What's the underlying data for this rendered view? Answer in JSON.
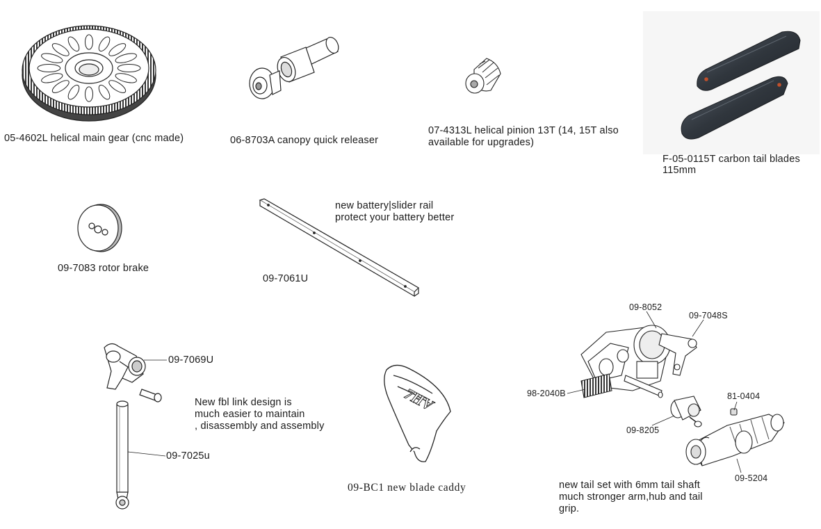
{
  "parts": [
    {
      "id": "main-gear",
      "lines": [
        "05-4602L helical main gear (cnc made)"
      ]
    },
    {
      "id": "canopy-releaser",
      "lines": [
        "06-8703A canopy quick releaser"
      ]
    },
    {
      "id": "pinion",
      "lines": [
        "07-4313L helical pinion 13T (14, 15T also",
        "available for upgrades)"
      ]
    },
    {
      "id": "tail-blades",
      "lines": [
        "F-05-0115T carbon tail blades",
        "115mm"
      ]
    },
    {
      "id": "rotor-brake",
      "lines": [
        "09-7083 rotor brake"
      ]
    },
    {
      "id": "slider-rail",
      "code": "09-7061U",
      "lines": [
        "new battery|slider rail",
        "protect your battery better"
      ]
    },
    {
      "id": "fbl-link",
      "code_top": "09-7069U",
      "code_bottom": "09-7025u",
      "lines": [
        "New fbl link design is",
        "much easier to maintain",
        ", disassembly and assembly"
      ]
    },
    {
      "id": "blade-caddy",
      "lines": [
        "09-BC1 new blade caddy"
      ],
      "logo_text": "7HV"
    },
    {
      "id": "tail-set",
      "callouts": [
        "09-8052",
        "09-7048S",
        "98-2040B",
        "81-0404",
        "09-8205",
        "09-5204"
      ],
      "lines": [
        "new tail set with 6mm tail shaft",
        "much stronger arm,hub and tail",
        "grip."
      ]
    }
  ],
  "colors": {
    "line": "#222222",
    "fill": "#ffffff",
    "gear_teeth": "#333333",
    "carbon": "#3a4048"
  }
}
